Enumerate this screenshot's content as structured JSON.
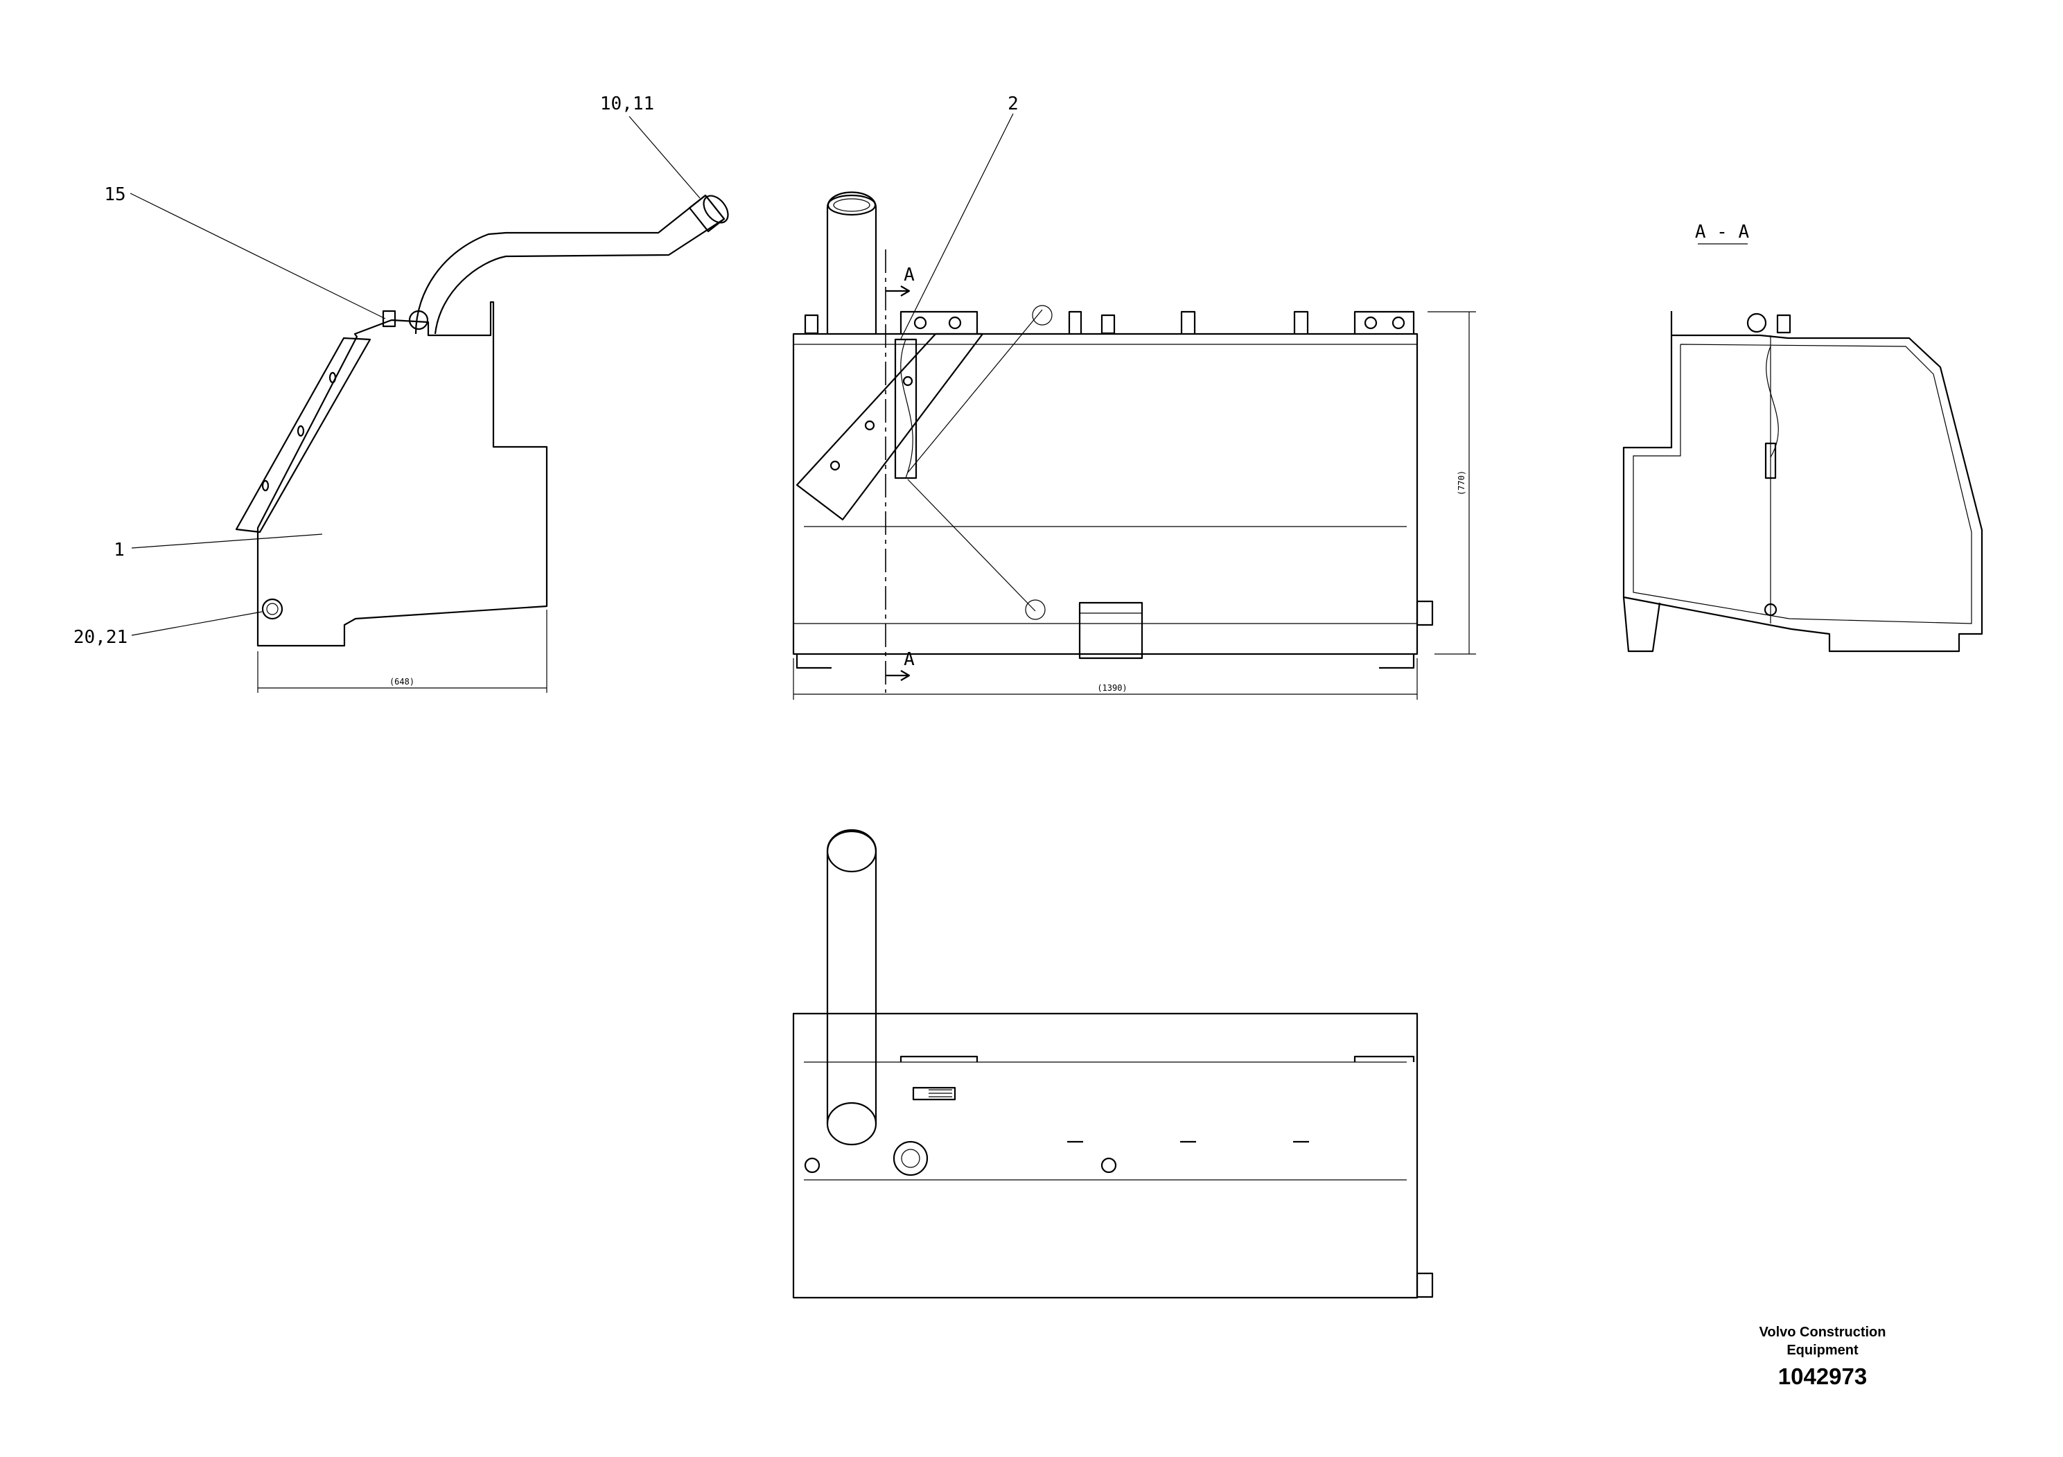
{
  "callouts": {
    "c_10_11": "10,11",
    "c_15": "15",
    "c_2": "2",
    "c_1": "1",
    "c_20_21": "20,21"
  },
  "section": {
    "title": "A - A",
    "marker_top": "A",
    "marker_bottom": "A"
  },
  "dimensions": {
    "side_width": "(648)",
    "front_width": "(1390)",
    "front_height": "(770)"
  },
  "title_block": {
    "company_line1": "Volvo Construction",
    "company_line2": "Equipment",
    "drawing_number": "1042973"
  }
}
